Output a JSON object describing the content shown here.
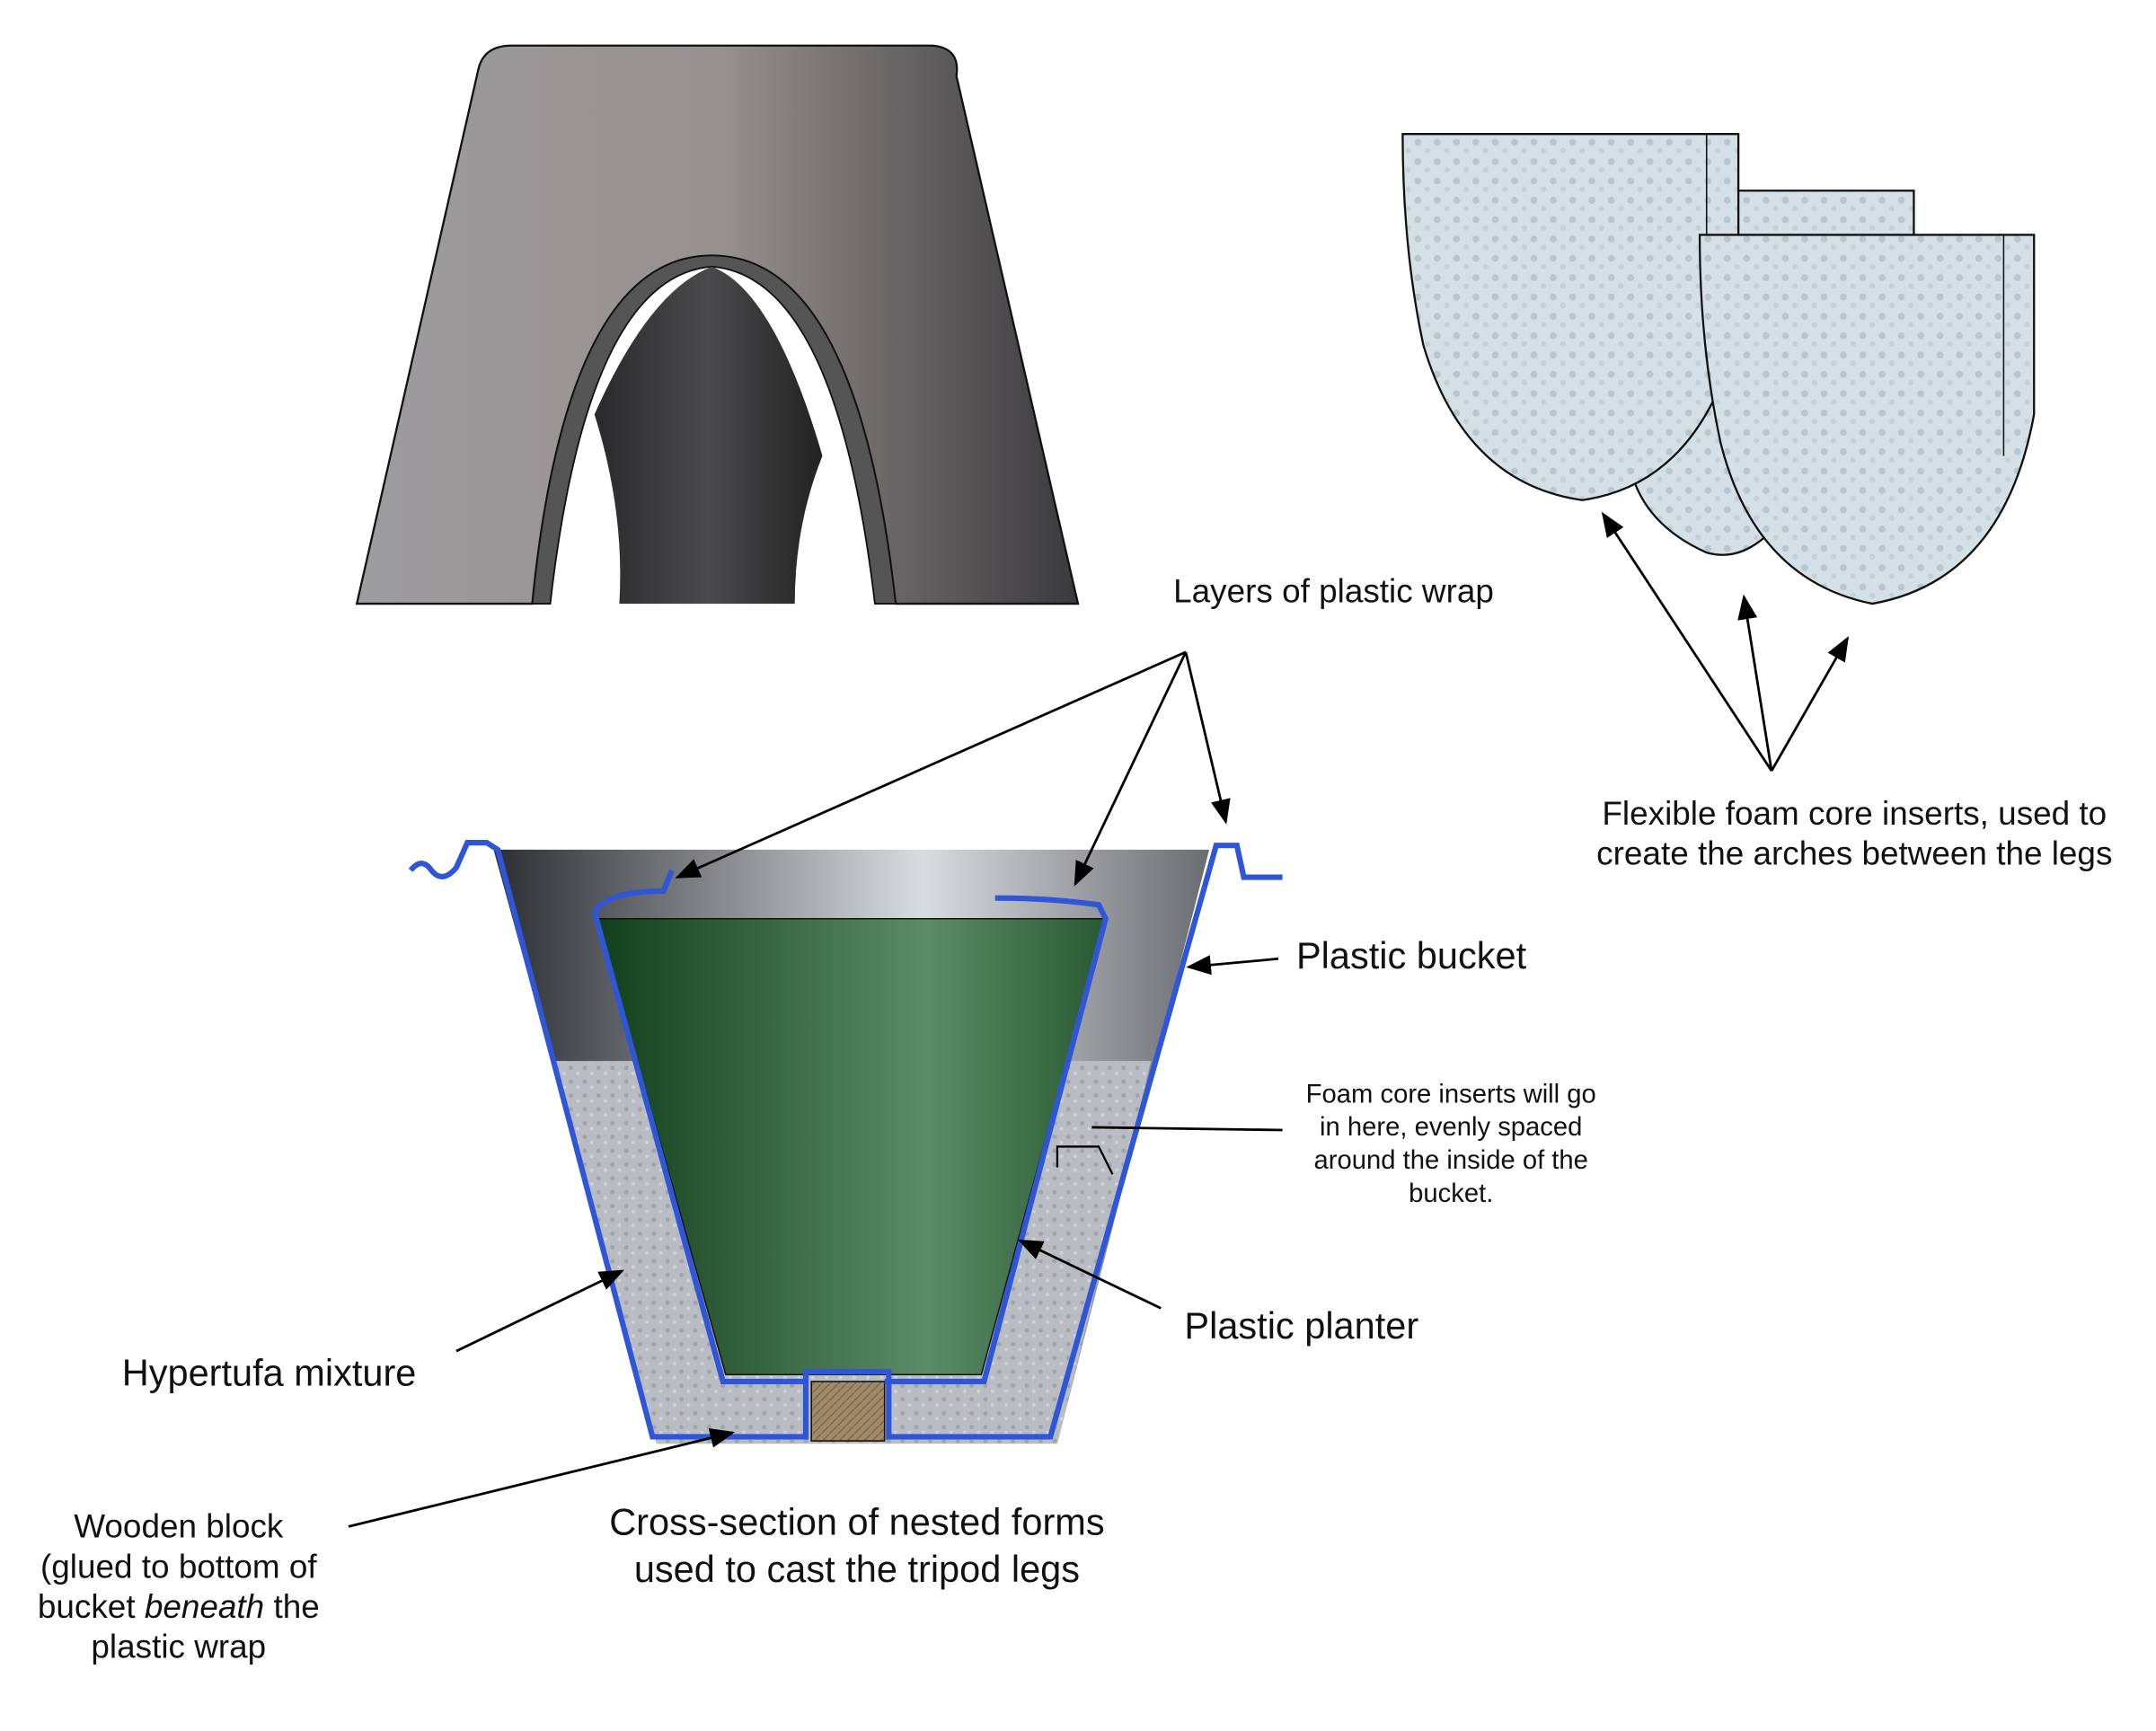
{
  "labels": {
    "plastic_wrap": "Layers of plastic wrap",
    "foam_inserts": [
      "Flexible foam core inserts, used to",
      "create the arches between the legs"
    ],
    "plastic_bucket": "Plastic bucket",
    "foam_note": [
      "Foam core inserts will go",
      "in here, evenly spaced",
      "around the inside of the",
      "bucket."
    ],
    "plastic_planter": "Plastic planter",
    "hypertufa": "Hypertufa mixture",
    "wooden_block": {
      "line1": "Wooden block",
      "line2": "(glued to bottom of",
      "line3_a": "bucket ",
      "line3_em": "beneath",
      "line3_b": " the",
      "line4": "plastic wrap"
    },
    "caption": [
      "Cross-section of nested forms",
      "used to cast the tripod legs"
    ]
  },
  "colors": {
    "wrap": "#2f56d6",
    "planter": "#2c6a3a",
    "hypertufa": "#b9bcc2",
    "wood": "#a08a6a",
    "foam": "#d5dfe6"
  }
}
